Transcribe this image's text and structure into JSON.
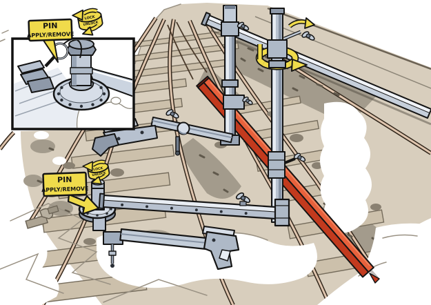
{
  "labels": {
    "pin_callout": {
      "line1": "PIN",
      "line2": "APPLY/REMOVE"
    },
    "rotation_band": {
      "top": "LOCK",
      "bottom": "UNLOCK"
    }
  },
  "colors": {
    "callout_yellow": "#F0DB4B",
    "rail_red_top": "#E8613C",
    "rail_red_side": "#C23A1E",
    "steel_light": "#DCE3ED",
    "steel_mid": "#BFC9D6",
    "steel_dark": "#8A96A6",
    "ground_tan": "#D8CEBD",
    "sleeper_tan": "#CCC0AB",
    "ballast_gray": "#A39B8C",
    "rail_brown": "#32271C",
    "outline_black": "#141414",
    "background_white": "#FFFFFF"
  }
}
